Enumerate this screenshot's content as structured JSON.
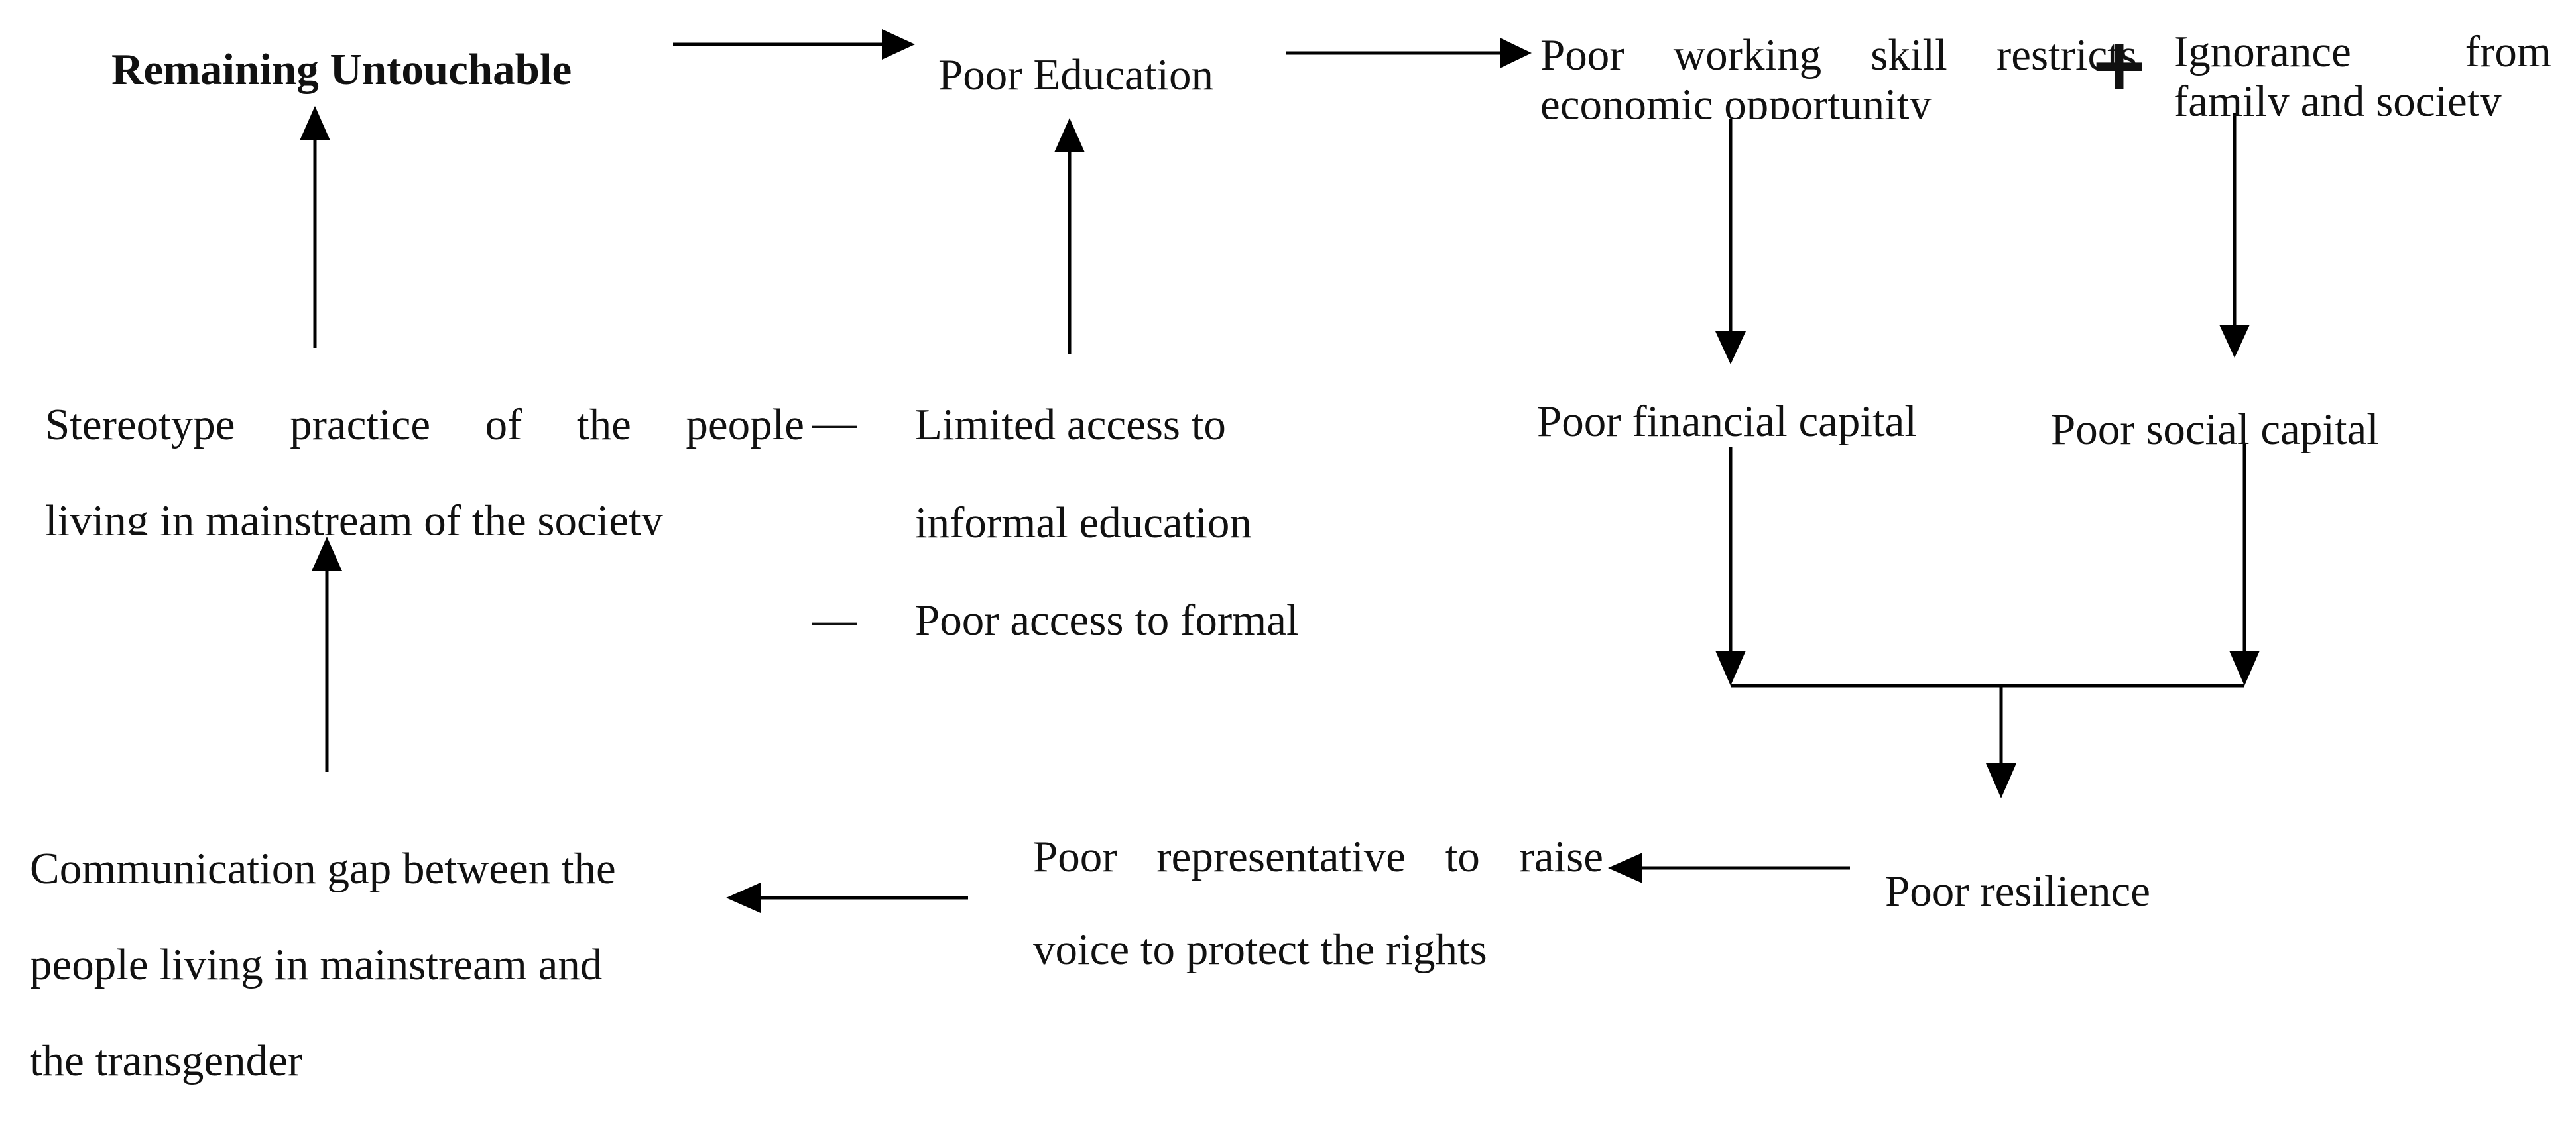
{
  "nodes": {
    "remaining_untouchable": "Remaining Untouchable",
    "poor_education": "Poor Education",
    "poor_working_skill": [
      "Poor working skill restricts",
      "economic opportunity"
    ],
    "ignorance": [
      "Ignorance from",
      "family and society"
    ],
    "stereotype_practice": [
      "Stereotype practice of the people",
      "living in mainstream of the society"
    ],
    "limited_access": [
      "Limited access to",
      "informal education"
    ],
    "poor_access_formal": "Poor access to formal",
    "poor_financial_capital": "Poor financial capital",
    "poor_social_capital": "Poor social capital",
    "communication_gap": [
      "Communication gap between the",
      "people living in mainstream and",
      "the transgender"
    ],
    "poor_representative": [
      "Poor representative to raise",
      "voice to protect the rights"
    ],
    "poor_resilience": "Poor resilience"
  },
  "symbols": {
    "plus": "+",
    "dash": "—"
  }
}
